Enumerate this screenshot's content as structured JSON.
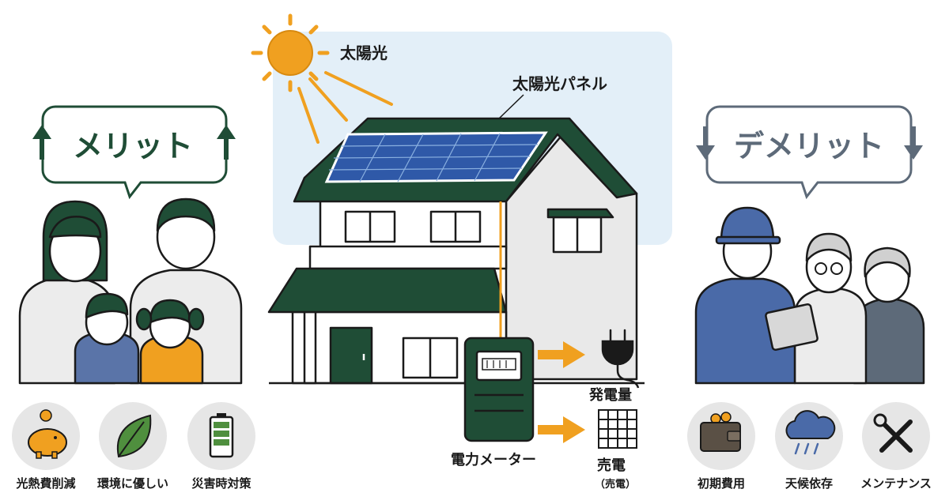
{
  "labels": {
    "sun": "太陽光",
    "panel": "太陽光パネル",
    "meter": "電力メーター",
    "generation": "発電量",
    "selling": "売電",
    "selling_sub": "（売電）"
  },
  "merit": {
    "title": "メリット",
    "items": [
      {
        "label": "光熱費削減",
        "icon": "piggy-bank-icon"
      },
      {
        "label": "環境に優しい",
        "icon": "leaf-icon"
      },
      {
        "label": "災害時対策",
        "icon": "battery-icon"
      }
    ]
  },
  "demerit": {
    "title": "デメリット",
    "items": [
      {
        "label": "初期費用",
        "icon": "wallet-icon"
      },
      {
        "label": "天候依存",
        "icon": "rain-cloud-icon"
      },
      {
        "label": "メンテナンス",
        "icon": "tools-icon"
      }
    ]
  },
  "colors": {
    "green": "#1f4d36",
    "gray_blue": "#5d6a79",
    "orange": "#f0a020",
    "sky": "#e3eff8",
    "icon_bg": "#e6e6e6"
  }
}
